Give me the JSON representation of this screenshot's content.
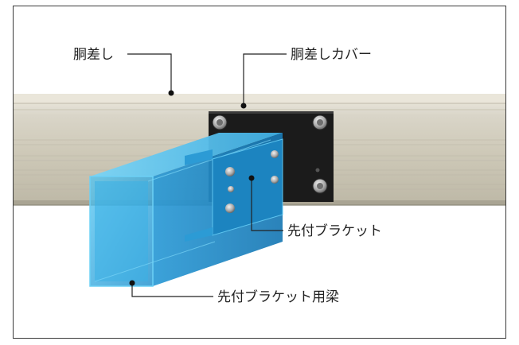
{
  "labels": {
    "beam_body": "胴差し",
    "beam_cover": "胴差しカバー",
    "bracket": "先付ブラケット",
    "bracket_beam": "先付ブラケット用梁"
  },
  "colors": {
    "frame_border": "#3a3a3a",
    "beam_body": "#d6d2c4",
    "plate": "#1b1b1b",
    "blue_beam": "#2a9fd8",
    "leader": "#222222"
  }
}
